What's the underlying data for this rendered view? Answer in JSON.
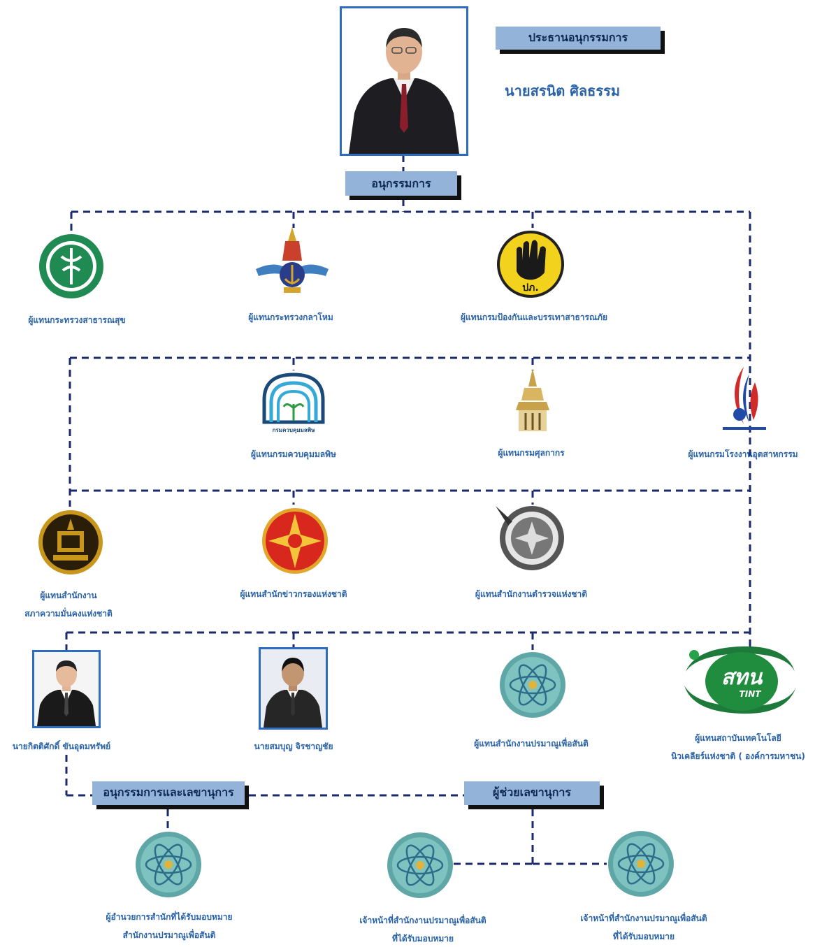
{
  "chairman": {
    "title": "ประธานอนุกรรมการ",
    "name": "นายสรนิต ศิลธรรม"
  },
  "committee_label": "อนุกรรมการ",
  "members": {
    "health": "ผู้แทนกระทรวงสาธารณสุข",
    "defense": "ผู้แทนกระทรวงกลาโหม",
    "disaster": "ผู้แทนกรมป้องกันและบรรเทาสาธารณภัย",
    "pollution": "ผู้แทนกรมควบคุมมลพิษ",
    "customs": "ผู้แทนกรมศุลกากร",
    "industrial_works": "ผู้แทนกรมโรงงานอุตสาหกรรม",
    "security_council_line1": "ผู้แทนสำนักงาน",
    "security_council_line2": "สภาความมั่นคงแห่งชาติ",
    "intelligence": "ผู้แทนสำนักข่าวกรองแห่งชาติ",
    "police": "ผู้แทนสำนักงานตำรวจแห่งชาติ",
    "person1": "นายกิตติศักดิ์ ขันอุดมทรัพย์",
    "person2": "นายสมบุญ  จิรชาญชัย",
    "oap": "ผู้แทนสำนักงานปรมาณูเพื่อสันติ",
    "tint_line1": "ผู้แทนสถาบันเทคโนโลยี",
    "tint_line2": "นิวเคลียร์แห่งชาติ ( องค์การมหาชน)"
  },
  "secretary_label": "อนุกรรมการและเลขานุการ",
  "assistant_label": "ผู้ช่วยเลขานุการ",
  "staff": {
    "director_line1": "ผู้อำนวยการสำนักที่ได้รับมอบหมาย",
    "director_line2": "สำนักงานปรมาณูเพื่อสันติ",
    "officer_a_line1": "เจ้าหน้าที่สำนักงานปรมาณูเพื่อสันติ",
    "officer_a_line2": "ที่ได้รับมอบหมาย",
    "officer_b_line1": "เจ้าหน้าที่สำนักงานปรมาณูเพื่อสันติ",
    "officer_b_line2": "ที่ได้รับมอบหมาย"
  },
  "logo_texts": {
    "disaster": "ปภ.",
    "pollution": "กรมควบคุมมลพิษ",
    "tint_main": "สทน",
    "tint_sub": "TINT"
  },
  "colors": {
    "connector": "#1b2a6b",
    "label": "#2a63a8",
    "box_fill": "#93b3d9",
    "photo_border": "#2c6bbf"
  }
}
